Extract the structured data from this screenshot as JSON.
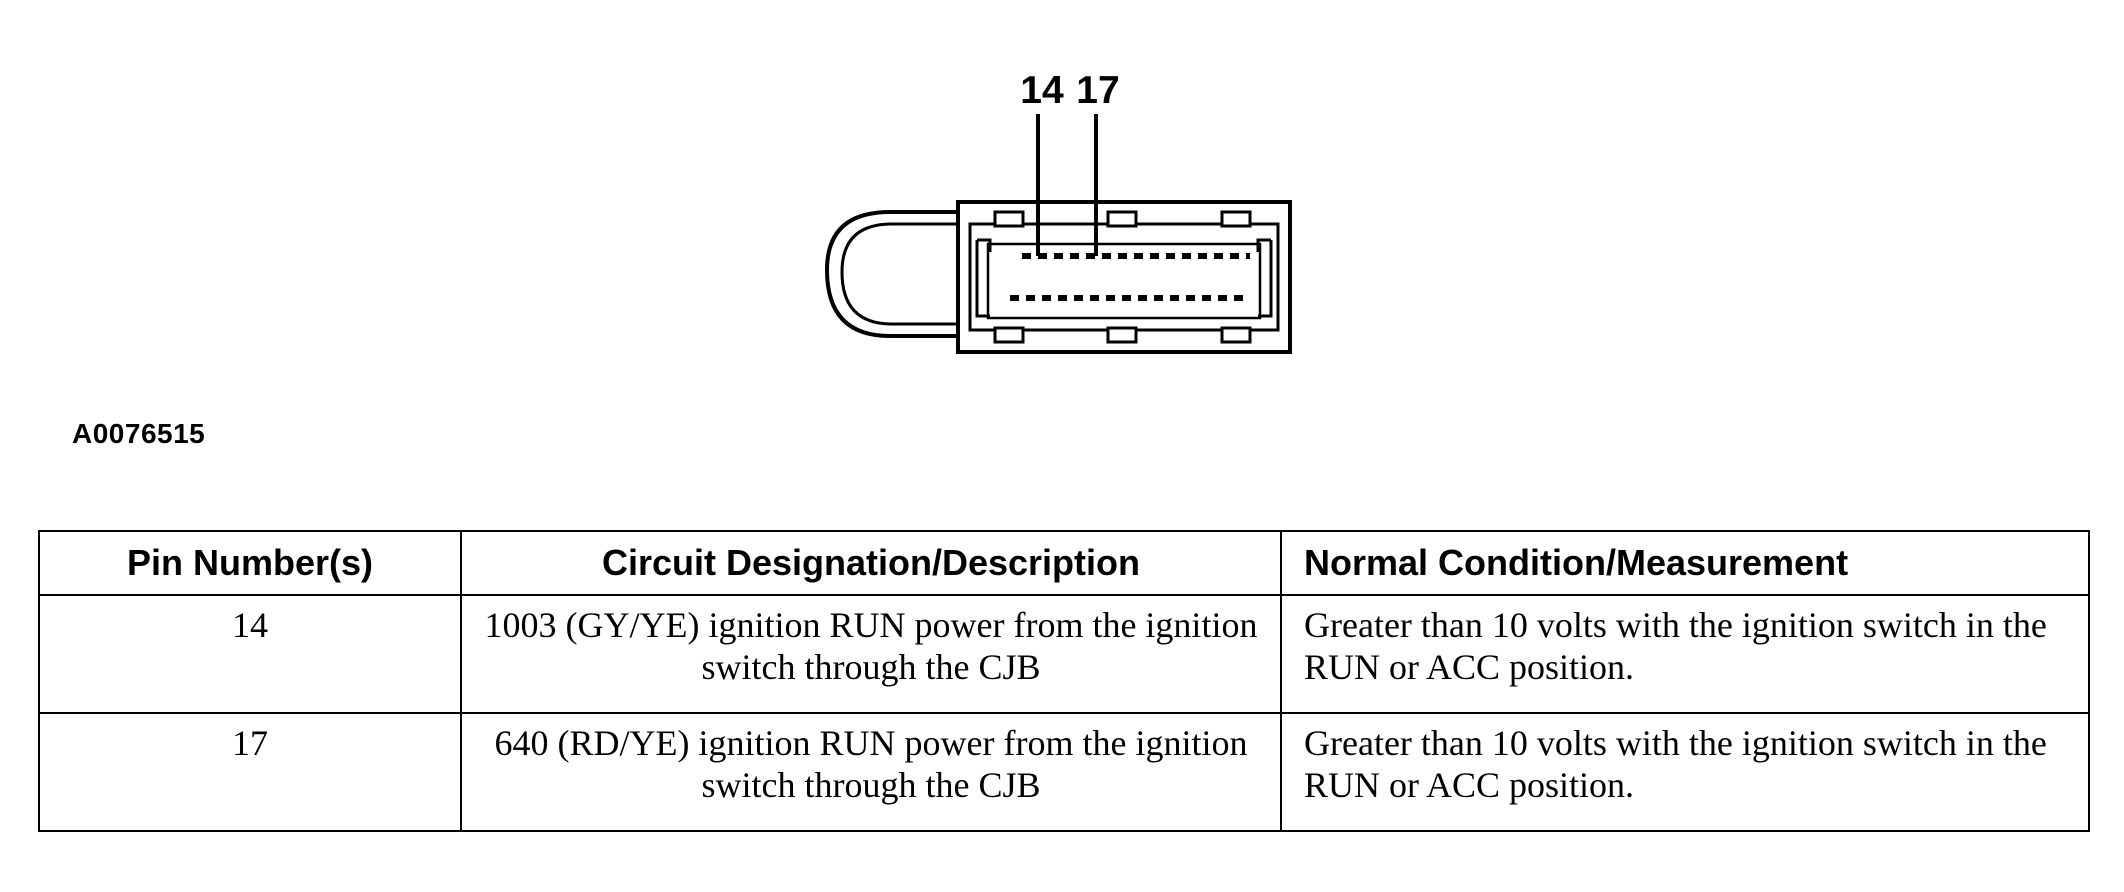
{
  "diagram": {
    "pin_labels": [
      "14",
      "17"
    ],
    "figure_id": "A0076515"
  },
  "table": {
    "headers": [
      "Pin Number(s)",
      "Circuit Designation/Description",
      "Normal Condition/Measurement"
    ],
    "rows": [
      {
        "pin": "14",
        "description": "1003 (GY/YE) ignition RUN power from the ignition switch through the CJB",
        "condition": "Greater than 10 volts with the ignition switch in the RUN or ACC position."
      },
      {
        "pin": "17",
        "description": "640 (RD/YE) ignition RUN power from the ignition switch through the CJB",
        "condition": "Greater than 10 volts with the ignition switch in the RUN or ACC position."
      }
    ]
  }
}
